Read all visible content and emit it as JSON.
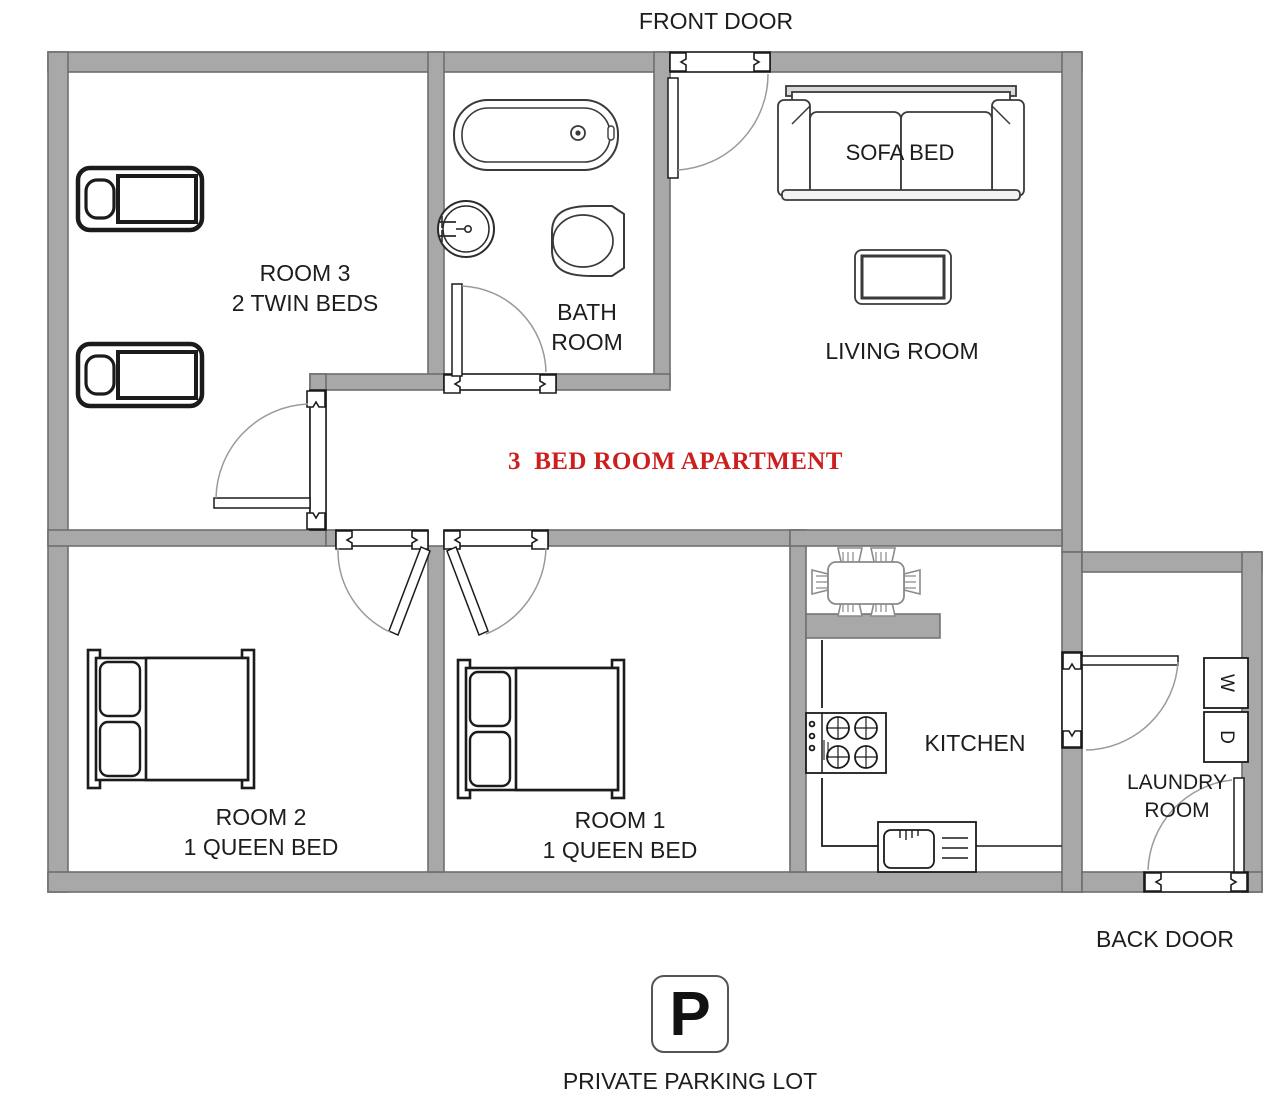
{
  "plan": {
    "title": "3  BED ROOM APARTMENT",
    "title_color": "#cc2020",
    "wall_fill": "#a8a8a8",
    "wall_stroke": "#6e6e6e",
    "line_color": "#1b1b1b",
    "background": "#ffffff"
  },
  "exterior": {
    "front_door_label": "FRONT DOOR",
    "back_door_label": "BACK DOOR",
    "parking_label": "PRIVATE PARKING LOT",
    "parking_sign_letter": "P"
  },
  "rooms": [
    {
      "key": "room3",
      "name": "ROOM 3",
      "detail": "2 TWIN BEDS"
    },
    {
      "key": "bath",
      "name": "BATH",
      "detail": "ROOM"
    },
    {
      "key": "living",
      "name": "LIVING ROOM",
      "detail": ""
    },
    {
      "key": "room2",
      "name": "ROOM 2",
      "detail": "1 QUEEN BED"
    },
    {
      "key": "room1",
      "name": "ROOM 1",
      "detail": "1 QUEEN BED"
    },
    {
      "key": "kitchen",
      "name": "KITCHEN",
      "detail": ""
    },
    {
      "key": "laundry",
      "name": "LAUNDRY",
      "detail": "ROOM"
    }
  ],
  "furniture": {
    "sofa_label": "SOFA BED",
    "washer_label": "W",
    "dryer_label": "D"
  }
}
